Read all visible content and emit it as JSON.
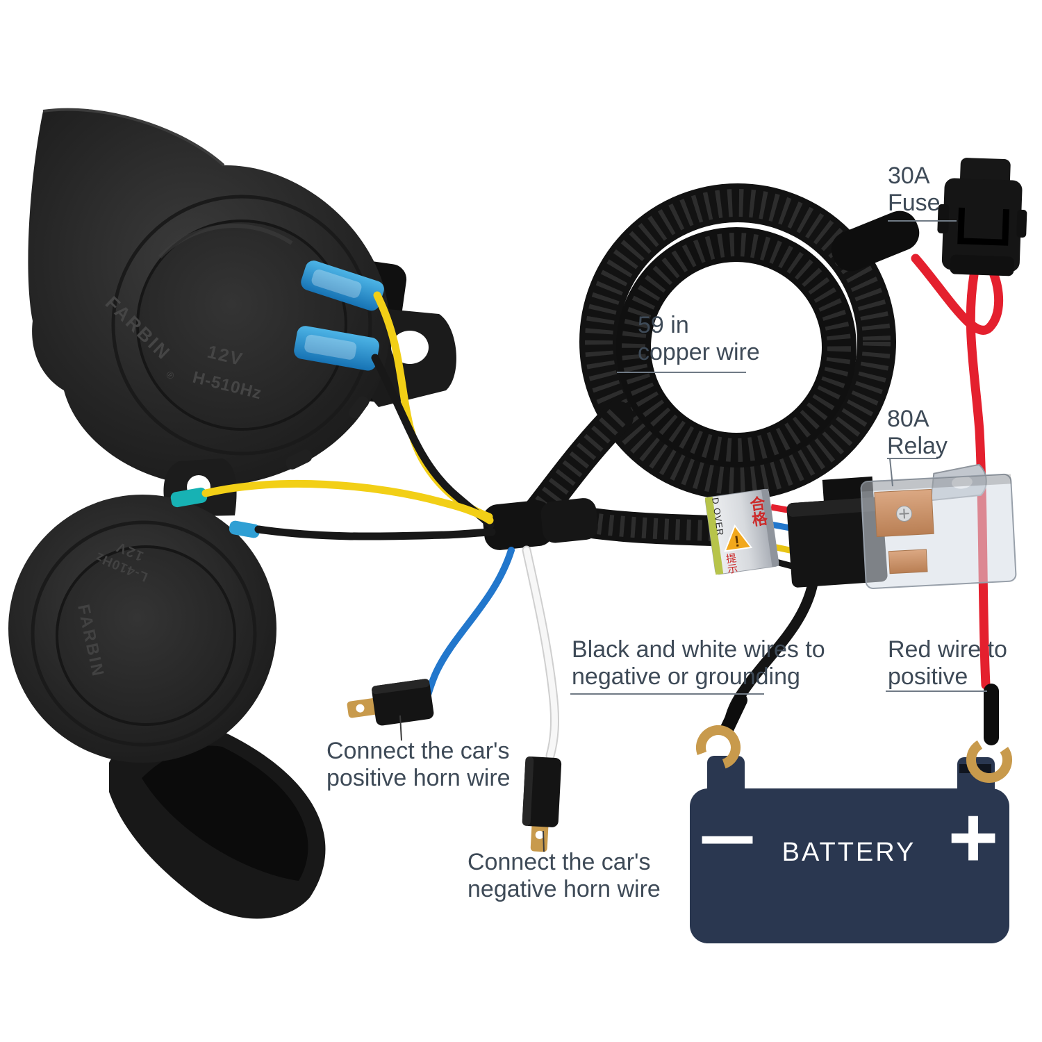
{
  "labels": {
    "fuse": {
      "line1": "30A",
      "line2": "Fuse"
    },
    "copper_wire": {
      "line1": "59 in",
      "line2": "copper wire"
    },
    "relay": {
      "line1": "80A",
      "line2": "Relay"
    },
    "grounding": {
      "line1": "Black and white wires to",
      "line2": "negative or grounding"
    },
    "red_positive": {
      "line1": "Red wire to",
      "line2": "positive"
    },
    "horn_positive": {
      "line1": "Connect the car's",
      "line2": "positive horn wire"
    },
    "horn_negative": {
      "line1": "Connect the car's",
      "line2": "negative horn wire"
    }
  },
  "battery": {
    "name": "BATTERY",
    "minus_symbol": "−",
    "plus_symbol": "+"
  },
  "horn_high": {
    "brand": "FARBIN",
    "reg": "®",
    "voltage": "12V",
    "frequency": "H-510Hz"
  },
  "horn_low": {
    "brand": "FARBIN",
    "voltage": "12V",
    "frequency": "L-410Hz"
  },
  "relay_band": {
    "cn_top": "合格",
    "cn_bottom": "提示",
    "side_text": "D OVER",
    "warning": "!"
  },
  "colors": {
    "label_text": "#3e4a57",
    "underline": "#707a85",
    "battery_navy": "#2a3750",
    "wire_red": "#e4202e",
    "wire_yellow": "#f2cf16",
    "wire_blue": "#2277cc",
    "wire_white": "#f7f7f7",
    "wire_black": "#181818",
    "brass": "#c89a4c",
    "copper": "#c98f66",
    "crimp_blue": "#1f8fd0"
  }
}
